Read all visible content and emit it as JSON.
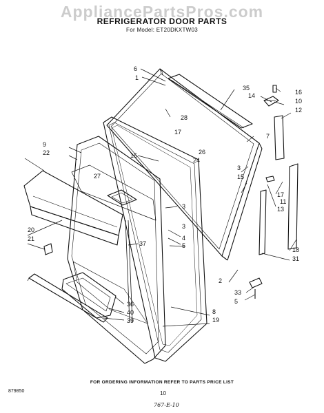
{
  "watermark": "AppliancePartsPros.com",
  "title": "REFRIGERATOR DOOR PARTS",
  "model_line": "For Model: ET20DKXTW03",
  "callouts": {
    "c1": "1",
    "c2": "2",
    "c3a": "3",
    "c3b": "3",
    "c3c": "3",
    "c4": "4",
    "c5a": "5",
    "c5b": "5",
    "c6": "6",
    "c7": "7",
    "c8": "8",
    "c9": "9",
    "c10": "10",
    "c11": "11",
    "c12": "12",
    "c13": "13",
    "c14": "14",
    "c15a": "15",
    "c15b": "15",
    "c16": "16",
    "c17a": "17",
    "c17b": "17",
    "c18": "18",
    "c19": "19",
    "c20": "20",
    "c21": "21",
    "c22": "22",
    "c24": "24",
    "c26": "26",
    "c27": "27",
    "c28": "28",
    "c31": "31",
    "c33": "33",
    "c35": "35",
    "c36": "36",
    "c37": "37",
    "c39": "39",
    "c40": "40"
  },
  "footer_note": "FOR ORDERING INFORMATION REFER TO PARTS PRICE LIST",
  "diagram_code": "879850",
  "page_number": "10",
  "handwritten_note": "767-E-10"
}
